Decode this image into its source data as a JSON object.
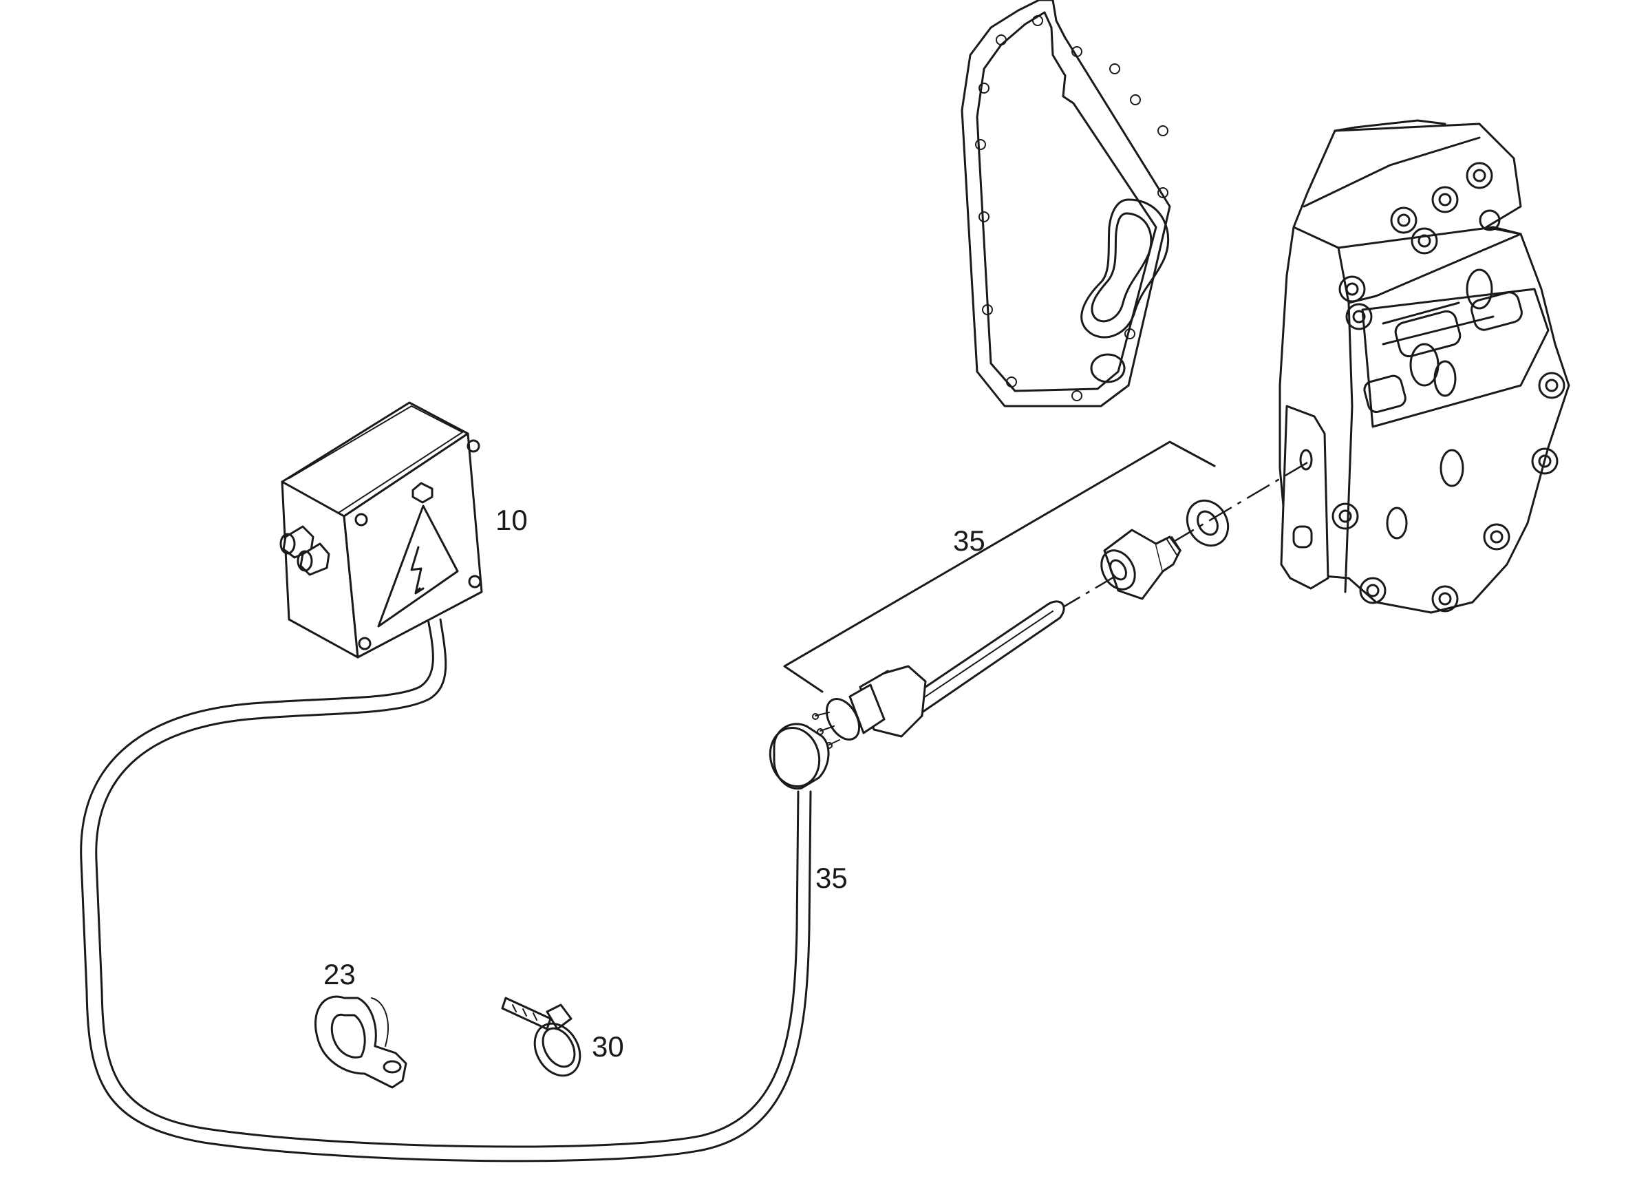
{
  "diagram": {
    "parts": [
      {
        "id": "junction-box",
        "label": "10"
      },
      {
        "id": "cable-clamp",
        "label": "23"
      },
      {
        "id": "cable-tie",
        "label": "30"
      },
      {
        "id": "heater-assembly",
        "label": "35"
      },
      {
        "id": "heater-cable",
        "label": "35"
      }
    ],
    "colors": {
      "line": "#1a1a1a",
      "background": "#ffffff"
    }
  }
}
